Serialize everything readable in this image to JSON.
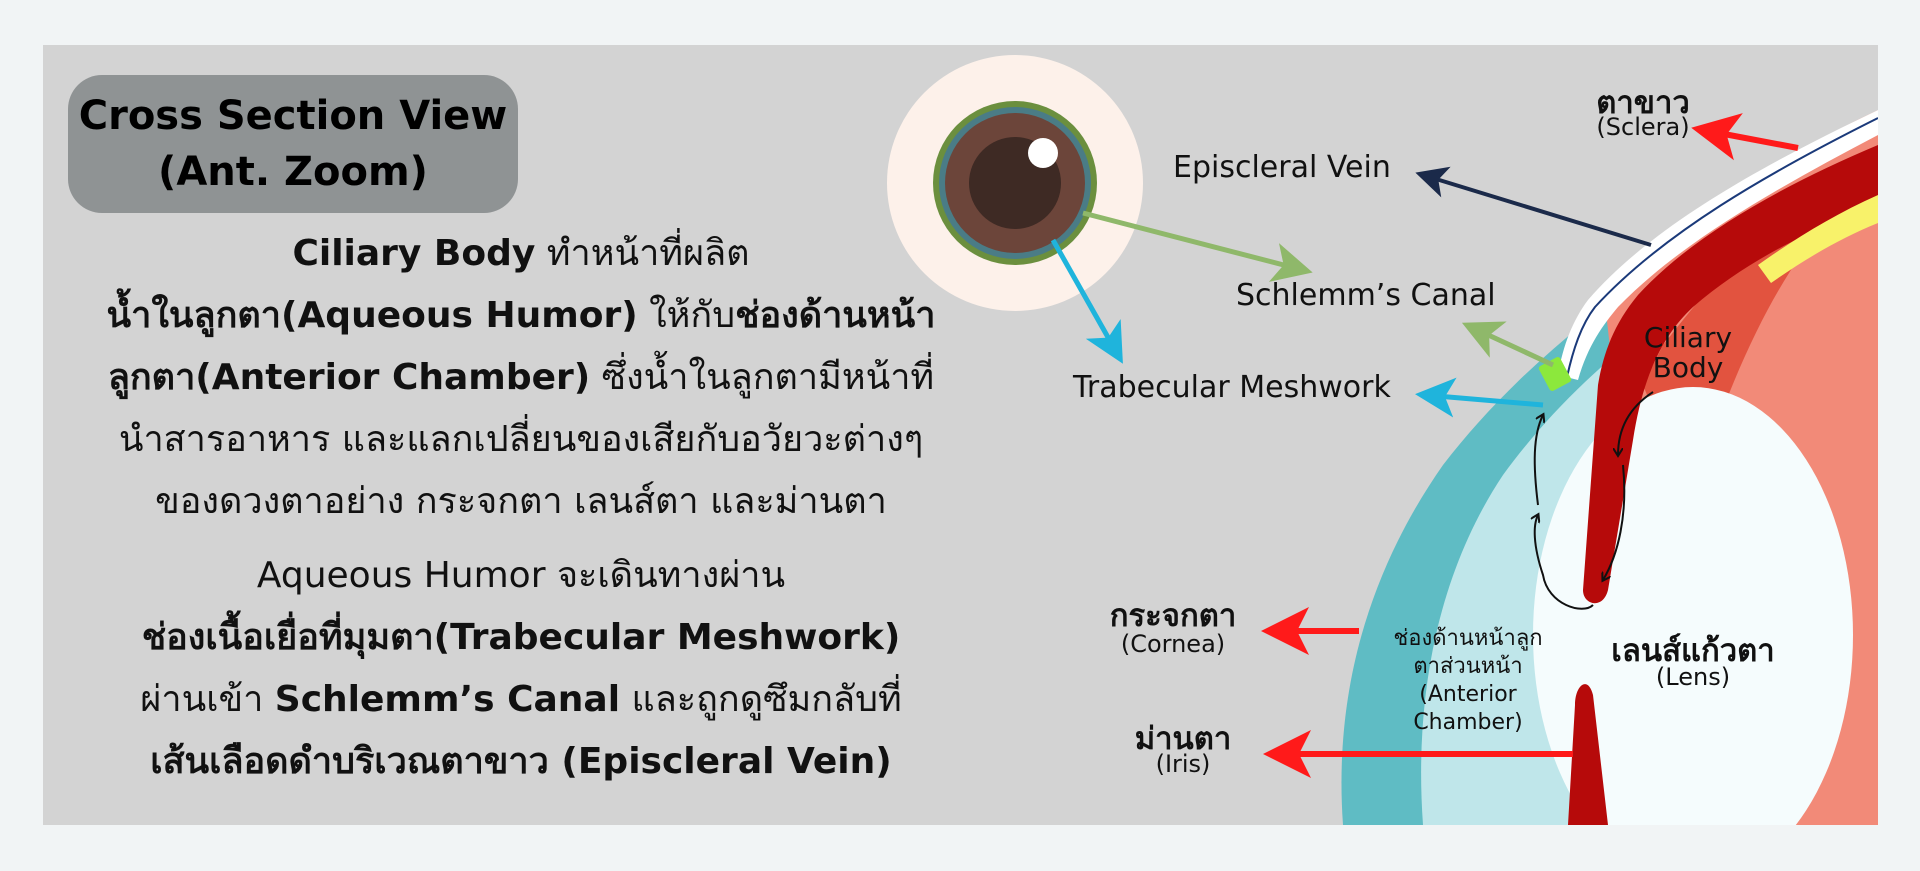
{
  "title": {
    "line1": "Cross Section View",
    "line2": "(Ant. Zoom)"
  },
  "description": {
    "p1": [
      [
        {
          "t": "Ciliary Body",
          "b": true
        },
        {
          "t": " ทำหน้าที่ผลิต",
          "b": false
        }
      ],
      [
        {
          "t": "น้ำในลูกตา(Aqueous Humor)",
          "b": true
        },
        {
          "t": " ให้กับ",
          "b": false
        },
        {
          "t": "ช่องด้านหน้า",
          "b": true
        }
      ],
      [
        {
          "t": "ลูกตา(Anterior Chamber)",
          "b": true
        },
        {
          "t": " ซึ่งน้ำในลูกตามีหน้าที่",
          "b": false
        }
      ],
      [
        {
          "t": "นำสารอาหาร และแลกเปลี่ยนของเสียกับอวัยวะต่างๆ",
          "b": false
        }
      ],
      [
        {
          "t": "ของดวงตาอย่าง กระจกตา เลนส์ตา และม่านตา",
          "b": false
        }
      ]
    ],
    "p2": [
      [
        {
          "t": "Aqueous Humor จะเดินทางผ่าน",
          "b": false
        }
      ],
      [
        {
          "t": "ช่องเนื้อเยื่อที่มุมตา(Trabecular Meshwork)",
          "b": true
        }
      ],
      [
        {
          "t": "ผ่านเข้า ",
          "b": false
        },
        {
          "t": "Schlemm’s Canal",
          "b": true
        },
        {
          "t": " และถูกดูซึมกลับที่",
          "b": false
        }
      ],
      [
        {
          "t": "เส้นเลือดดำบริเวณตาขาว (Episcleral Vein)",
          "b": true
        }
      ]
    ]
  },
  "labels": {
    "sclera_th": "ตาขาว",
    "sclera_en": "(Sclera)",
    "episcleral_vein": "Episcleral Vein",
    "schlemms_canal": "Schlemm’s Canal",
    "trabecular_meshwork": "Trabecular Meshwork",
    "ciliary_body_1": "Ciliary",
    "ciliary_body_2": "Body",
    "cornea_th": "กระจกตา",
    "cornea_en": "(Cornea)",
    "iris_th": "ม่านตา",
    "iris_en": "(Iris)",
    "anterior_th_1": "ช่องด้านหน้าลูก",
    "anterior_th_2": "ตาส่วนหน้า",
    "anterior_en_1": "(Anterior",
    "anterior_en_2": "Chamber)",
    "lens_th": "เลนส์แก้วตา",
    "lens_en": "(Lens)"
  },
  "colors": {
    "background": "#f1f4f5",
    "panel": "#d3d3d3",
    "title_box": "#8f9394",
    "red_arrow": "#ff1a1a",
    "vein_arrow": "#1b2a4a",
    "schlemm_arrow": "#8fb86a",
    "trabecular_arrow": "#1fb4dc",
    "ciliary_body": "#b60a0a",
    "choroid": "#f28a78",
    "cornea": "#5fbcc4",
    "aqueous": "#bfe6ea",
    "lens": "#f5fcfd",
    "sclera_band": "#ffffff",
    "yellow_band": "#f8f26a",
    "trabecular_green": "#8ce83c"
  }
}
